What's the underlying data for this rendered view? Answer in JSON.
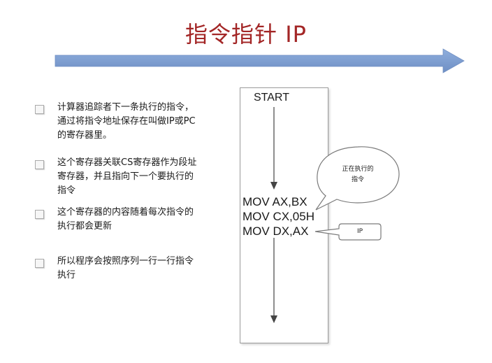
{
  "title": "指令指针 IP",
  "bullets": [
    "计算器追踪者下一条执行的指令，\n通过将指令地址保存在叫做IP或PC\n的寄存器里。",
    "这个寄存器关联CS寄存器作为段址\n寄存器，并且指向下一个要执行的\n指令",
    "这个寄存器的内容随着每次指令的\n执行都会更新",
    "所以程序会按照序列一行一行指令\n执行"
  ],
  "diagram": {
    "start_label": "START",
    "instructions": [
      "MOV AX,BX",
      "MOV CX,05H",
      "MOV DX,AX"
    ],
    "thought_bubble": "正在执行的\n指令",
    "ip_callout": "IP"
  },
  "colors": {
    "title": "#a32626",
    "arrow_fill": "#7f9fd0",
    "panel_border": "#9a9a9a"
  }
}
